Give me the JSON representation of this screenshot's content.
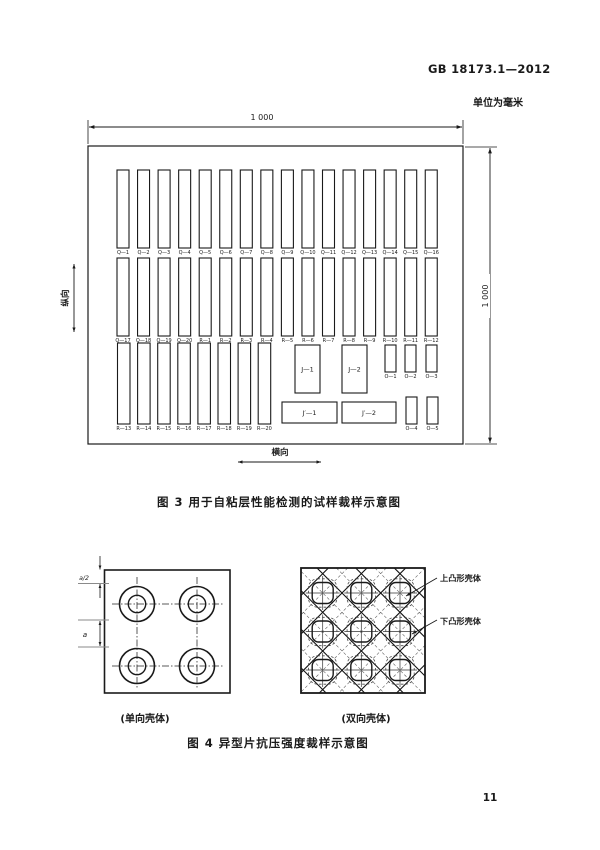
{
  "header": {
    "standard_code": "GB 18173.1—2012",
    "unit_note": "单位为毫米"
  },
  "figure3": {
    "caption": "图 3  用于自粘层性能检测的试样裁样示意图",
    "dim_top": "1 000",
    "dim_right": "1 000",
    "axis_vertical": "纵向",
    "axis_horizontal": "横向",
    "row1_labels": [
      "Q—1",
      "Q—2",
      "Q—3",
      "Q—4",
      "Q—5",
      "Q—6",
      "Q—7",
      "Q—8",
      "Q—9",
      "Q—10",
      "Q—11",
      "Q—12",
      "Q—13",
      "Q—14",
      "Q—15",
      "Q—16"
    ],
    "row2_labels": [
      "Q—17",
      "Q—18",
      "Q—19",
      "Q—20",
      "R—1",
      "R—2",
      "R—3",
      "R—4",
      "R—5",
      "R—6",
      "R—7",
      "R—8",
      "R—9",
      "R—10",
      "R—11",
      "R—12"
    ],
    "row3_labels": [
      "R—13",
      "R—14",
      "R—15",
      "R—16",
      "R—17",
      "R—18",
      "R—19",
      "R—20"
    ],
    "j_box_labels": [
      "J—1",
      "J—2"
    ],
    "j_prime_box_labels": [
      "J′—1",
      "J′—2"
    ],
    "o_top_labels": [
      "O—1",
      "O—2",
      "O—3"
    ],
    "o_bottom_labels": [
      "O—4",
      "O—5"
    ]
  },
  "figure4": {
    "caption": "图 4  异型片抗压强度裁样示意图",
    "left_subcaption": "(单向壳体)",
    "right_subcaption": "(双向壳体)",
    "dim_a_half": "a/2",
    "dim_a": "a",
    "label_upper_shell": "上凸形壳体",
    "label_lower_shell": "下凸形壳体"
  },
  "page_number": "11"
}
